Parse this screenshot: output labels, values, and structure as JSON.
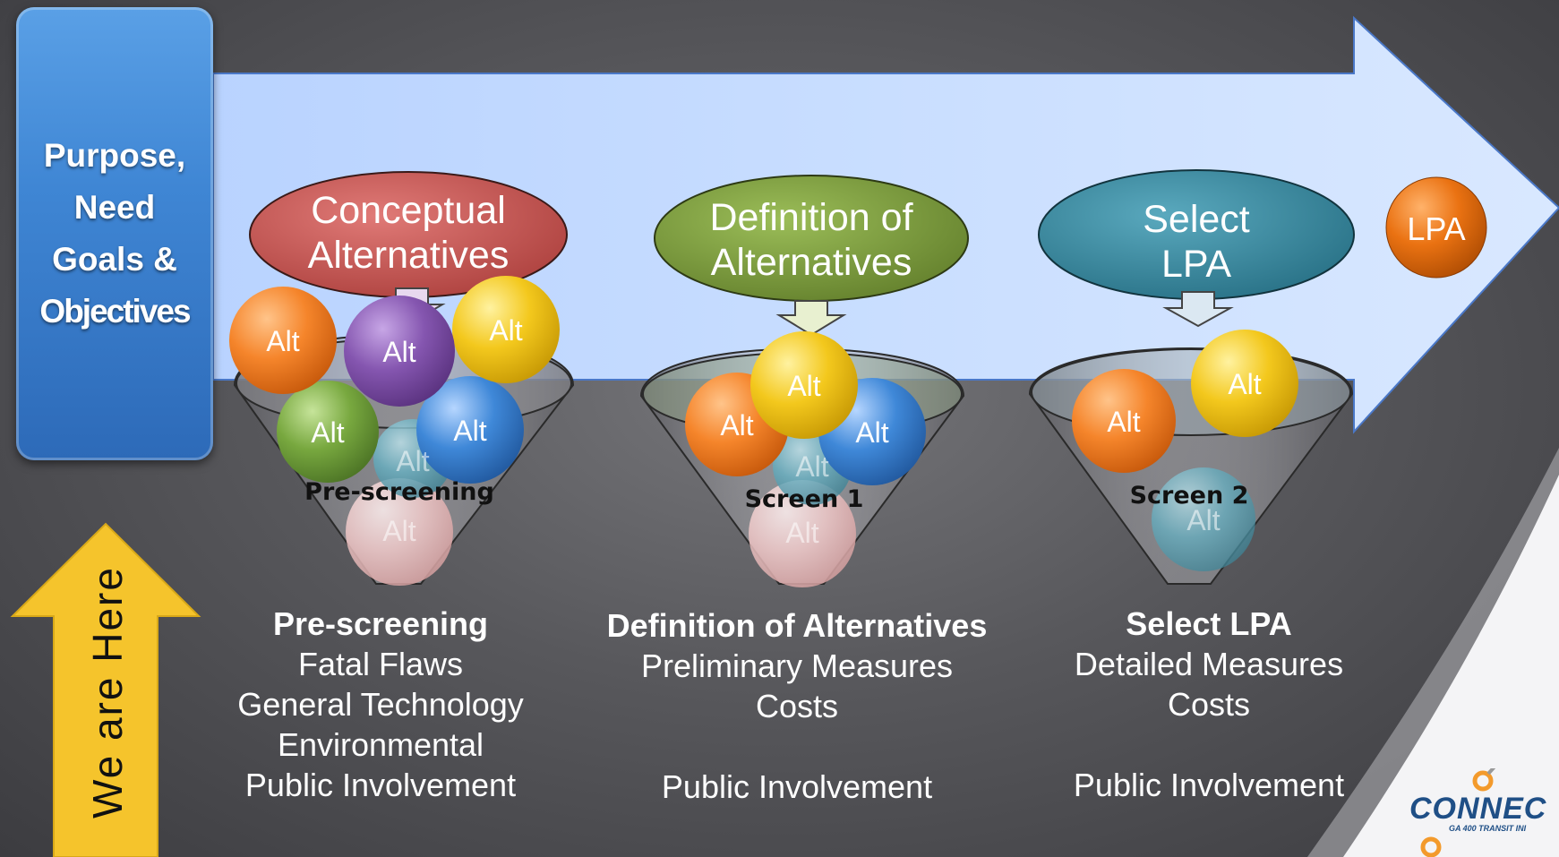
{
  "purpose_box": {
    "lines": [
      "Purpose,",
      "Need",
      "Goals &",
      "Objectives"
    ]
  },
  "stages": [
    {
      "label_lines": [
        "Conceptual",
        "Alternatives"
      ],
      "color": "#c0504d"
    },
    {
      "label_lines": [
        "Definition of",
        "Alternatives"
      ],
      "color": "#77933c"
    },
    {
      "label_lines": [
        "Select",
        "LPA"
      ],
      "color": "#31859c"
    }
  ],
  "lpa_label": "LPA",
  "ball_label": "Alt",
  "funnels": [
    {
      "label": "Pre-screening"
    },
    {
      "label": "Screen 1"
    },
    {
      "label": "Screen 2"
    }
  ],
  "descriptions": [
    {
      "heading": "Pre-screening",
      "lines": [
        "Fatal Flaws",
        "General Technology",
        "Environmental",
        "Public Involvement"
      ]
    },
    {
      "heading": "Definition of Alternatives",
      "lines": [
        "Preliminary Measures",
        "Costs",
        "",
        "Public Involvement"
      ]
    },
    {
      "heading": "Select LPA",
      "lines": [
        "Detailed Measures",
        "Costs",
        "",
        "Public Involvement"
      ]
    }
  ],
  "we_are_here": "We are Here",
  "logo": {
    "text": "CONNEC",
    "subtext": "GA 400 TRANSIT INI"
  },
  "colors": {
    "arrow": "#c6dcff",
    "purpose_box": "#3f86d4",
    "we_are_here_arrow": "#f5c42c",
    "ball_orange": "#f07f2a",
    "ball_purple": "#7e4fa6",
    "ball_yellow": "#f2c71c",
    "ball_green": "#73a33c",
    "ball_blue": "#3f86d4",
    "ball_teal": "#4e9fb3",
    "ball_pink": "#f2c3c3",
    "lpa_ball": "#e8700f"
  }
}
